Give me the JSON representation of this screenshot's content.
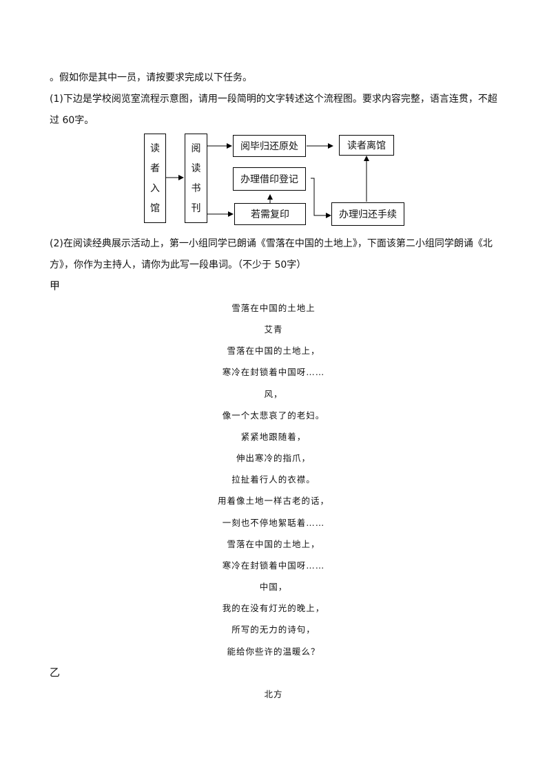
{
  "intro": "。假如你是其中一员，请按要求完成以下任务。",
  "task1": {
    "line1": "(1)下边是学校阅览室流程示意图，请用一段简明的文字转述这个流程图。要求内容完整，语言连贯，不超",
    "line2": "过 60字。"
  },
  "flowchart": {
    "enter": [
      "读",
      "者",
      "入",
      "馆"
    ],
    "read": [
      "阅",
      "读",
      "书",
      "刊"
    ],
    "return_after": "阅毕归还原处",
    "leave": "读者离馆",
    "register": "办理借印登记",
    "copy": "若需复印",
    "return_proc": "办理归还手续"
  },
  "task2": {
    "line1": "(2)在阅读经典展示活动上，第一小组同学已朗诵《雪落在中国的土地上》，下面该第二小组同学朗诵《北",
    "line2": "方》，你作为主持人，请你为此写一段串词。（不少于 50字）"
  },
  "section_a": "甲",
  "poem_a": {
    "title": "雪落在中国的土地上",
    "author": "艾青",
    "lines": [
      "雪落在中国的土地上，",
      "寒冷在封锁着中国呀……",
      "风，",
      "像一个太悲哀了的老妇。",
      "紧紧地跟随着，",
      "伸出寒冷的指爪，",
      "拉扯着行人的衣襟。",
      "用着像土地一样古老的话，",
      "一刻也不停地絮聒着……",
      "雪落在中国的土地上，",
      "寒冷在封锁着中国呀……",
      "中国，",
      "我的在没有灯光的晚上，",
      "所写的无力的诗句，",
      "能给你些许的温暖么？"
    ]
  },
  "section_b": "乙",
  "poem_b": {
    "title": "北方"
  }
}
